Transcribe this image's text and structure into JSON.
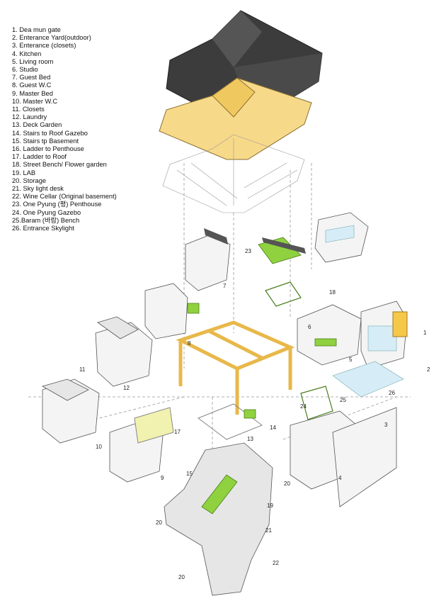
{
  "legend": [
    "1. Dea mun gate",
    "2. Enterance Yard(outdoor)",
    "3. Enterance (closets)",
    "4. Kitchen",
    "5. Living room",
    "6. Studio",
    "7. Guest Bed",
    "8. Guest W.C",
    "9. Master Bed",
    "10. Master W.C",
    "11. Closets",
    "12. Laundry",
    "13. Deck Garden",
    "14. Stairs to Roof  Gazebo",
    "15. Stairs tp Basement",
    "16. Ladder to Penthouse",
    "17. Ladder to Roof",
    "18. Street Bench/ Flower garden",
    "19. LAB",
    "20. Storage",
    "21. Sky light desk",
    "22. Wine Cellar (Original basement)",
    "23. One Pyung (평) Penthouse",
    "24. One Pyung Gazebo",
    "25.Baram (바람) Bench",
    "26. Entrance Skylight"
  ],
  "callouts": {
    "c1": "1",
    "c2": "2",
    "c3": "3",
    "c4": "4",
    "c5": "5",
    "c6": "6",
    "c7": "7",
    "c8": "8",
    "c9": "9",
    "c10": "10",
    "c11": "11",
    "c12": "12",
    "c13": "13",
    "c14": "14",
    "c15": "15",
    "c17": "17",
    "c18": "18",
    "c19": "19",
    "c20a": "20",
    "c20b": "20",
    "c20c": "20",
    "c21": "21",
    "c22": "22",
    "c23": "23",
    "c24": "24",
    "c25": "25",
    "c26": "26"
  },
  "colors": {
    "roof_tiles": "#3c3c3c",
    "roof_deck": "#f7d98a",
    "timber_frame": "#e8b84a",
    "green_accent": "#8fd13f",
    "glass": "#d6ecf7"
  }
}
